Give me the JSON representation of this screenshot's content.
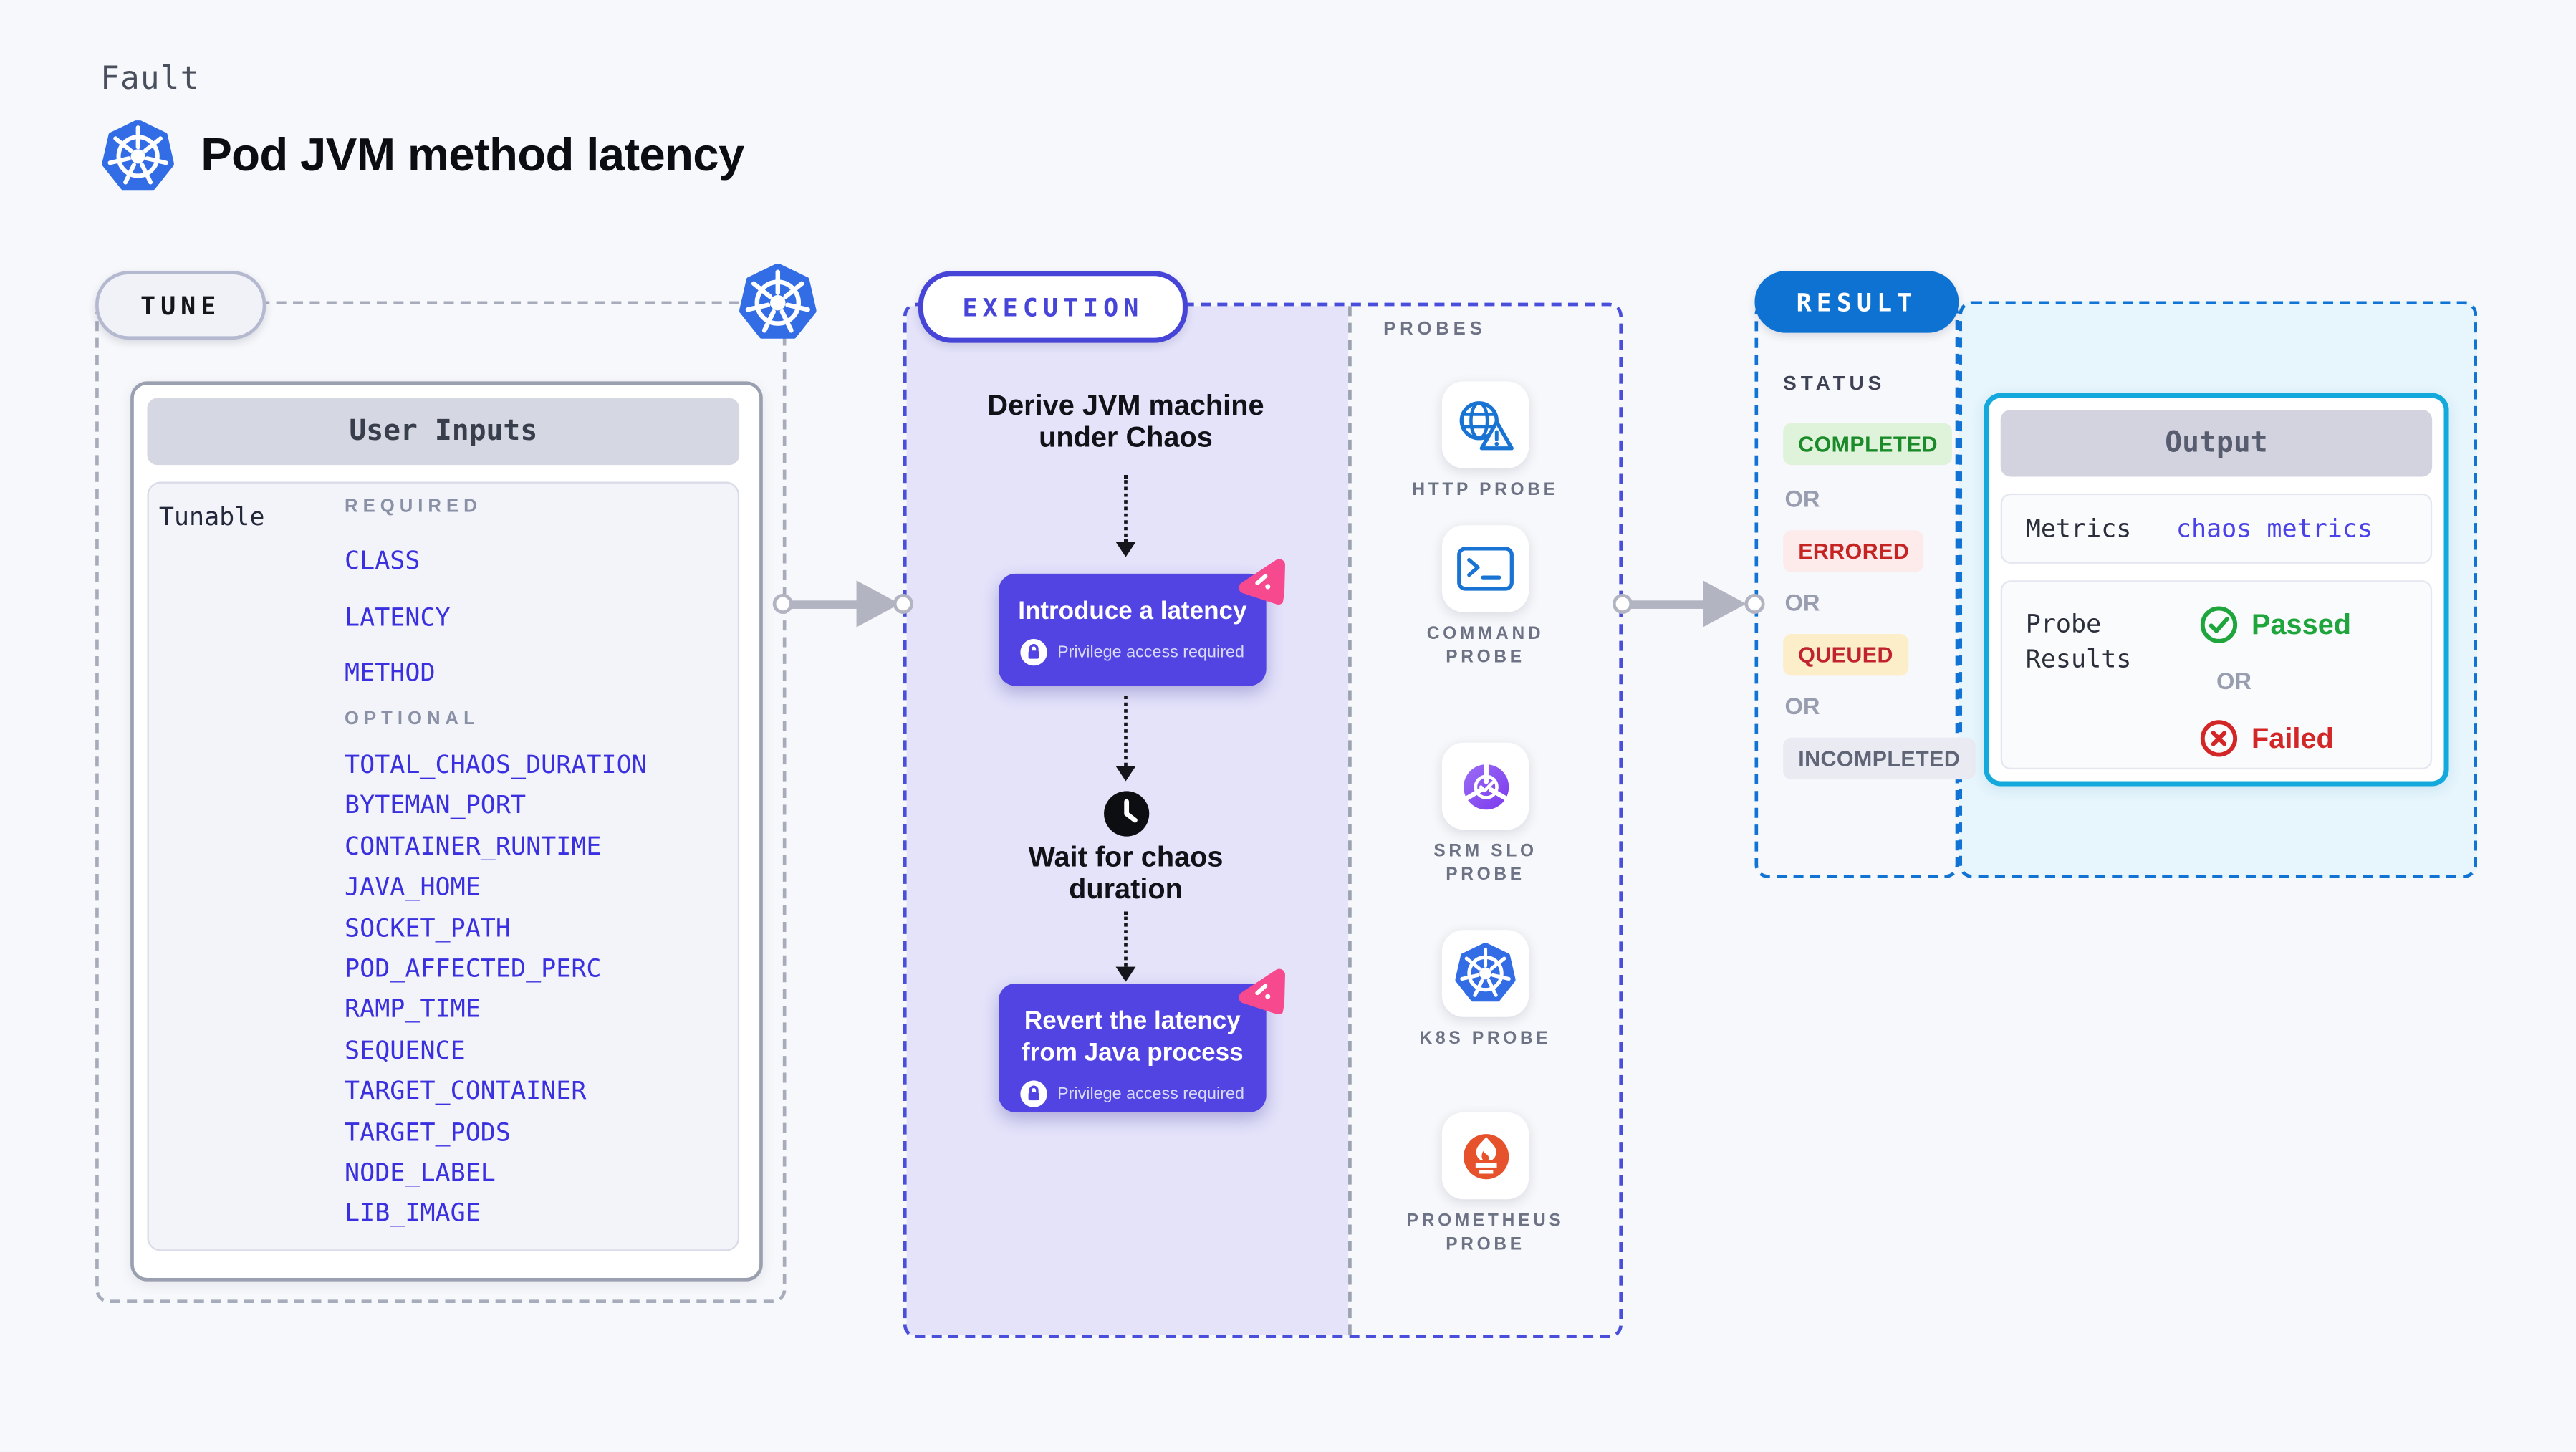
{
  "header": {
    "eyebrow": "Fault",
    "title": "Pod JVM method latency"
  },
  "tune": {
    "badge": "TUNE",
    "card_title": "User Inputs",
    "row_label": "Tunable",
    "required_label": "REQUIRED",
    "required_items": [
      "CLASS",
      "LATENCY",
      "METHOD"
    ],
    "optional_label": "OPTIONAL",
    "optional_items": [
      "TOTAL_CHAOS_DURATION",
      "BYTEMAN_PORT",
      "CONTAINER_RUNTIME",
      "JAVA_HOME",
      "SOCKET_PATH",
      "POD_AFFECTED_PERC",
      "RAMP_TIME",
      "SEQUENCE",
      "TARGET_CONTAINER",
      "TARGET_PODS",
      "NODE_LABEL",
      "LIB_IMAGE"
    ]
  },
  "execution": {
    "badge": "EXECUTION",
    "derive": {
      "line1": "Derive JVM machine",
      "line2": "under Chaos"
    },
    "introduce": {
      "label": "Introduce a latency",
      "sub": "Privilege access required"
    },
    "wait": {
      "line1": "Wait for chaos",
      "line2": "duration"
    },
    "revert": {
      "line1": "Revert the latency",
      "line2": "from Java process",
      "sub": "Privilege access required"
    }
  },
  "probes": {
    "label": "PROBES",
    "items": [
      {
        "line1": "HTTP PROBE",
        "line2": "",
        "icon": "http-probe-icon"
      },
      {
        "line1": "COMMAND",
        "line2": "PROBE",
        "icon": "command-probe-icon"
      },
      {
        "line1": "SRM SLO",
        "line2": "PROBE",
        "icon": "srm-slo-probe-icon"
      },
      {
        "line1": "K8S PROBE",
        "line2": "",
        "icon": "k8s-probe-icon"
      },
      {
        "line1": "PROMETHEUS",
        "line2": "PROBE",
        "icon": "prometheus-probe-icon"
      }
    ]
  },
  "result": {
    "badge": "RESULT",
    "status_label": "STATUS",
    "or_label": "OR",
    "statuses": [
      {
        "label": "COMPLETED",
        "kind": "completed"
      },
      {
        "label": "ERRORED",
        "kind": "errored"
      },
      {
        "label": "QUEUED",
        "kind": "queued"
      },
      {
        "label": "INCOMPLETED",
        "kind": "incompleted"
      }
    ],
    "output": {
      "title": "Output",
      "metrics_label": "Metrics",
      "metrics_value": "chaos metrics",
      "probe_results_line1": "Probe",
      "probe_results_line2": "Results",
      "passed_label": "Passed",
      "or_label": "OR",
      "failed_label": "Failed"
    }
  },
  "colors": {
    "kubernetes_blue": "#326de6",
    "execution_indigo": "#4a4fdb",
    "action_purple": "#5244e2",
    "spark_pink": "#f7498e",
    "lavender_fill": "#e4e3fa",
    "result_blue": "#0e72d2",
    "output_border_cyan": "#14a9dd",
    "cyan_fill": "#e7f5fc",
    "tunable_link_indigo": "#3a30e0",
    "passed_green": "#1ea53c",
    "failed_red": "#d32727",
    "completed_green": "#1b8a29",
    "errored_red": "#c62323",
    "queued_red_on_amber": "#c0232f",
    "prometheus_orange": "#e6522c"
  }
}
